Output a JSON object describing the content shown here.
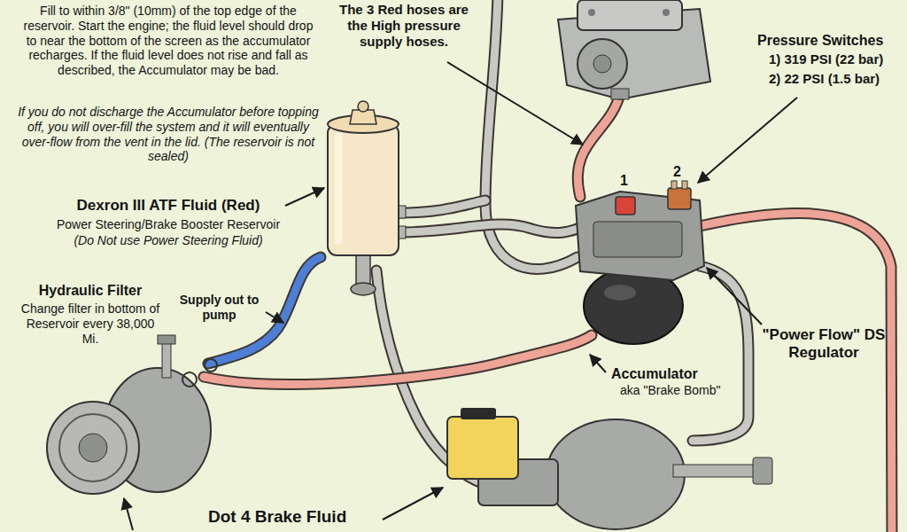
{
  "diagram": {
    "labels": [
      "Fill to within 3/8\" (10mm) of the top edge of the reservoir. Start the engine; the fluid level should drop to near the bottom of the screen as the accumulator recharges. If the fluid level does not rise and fall as described, the Accumulator may be bad.",
      "If you do not discharge the Accumulator before topping off, you will over-fill the system and it will eventually over-flow from the vent in the lid. (The reservoir is not sealed)",
      "The 3 Red hoses are the High pressure supply hoses.",
      "Pressure Switches",
      "1) 319 PSI (22 bar)",
      "2) 22 PSI (1.5 bar)",
      "1",
      "2",
      "Dexron III ATF Fluid (Red)",
      "Power Steering/Brake Booster Reservoir",
      "(Do Not use Power Steering Fluid)",
      "Hydraulic Filter",
      "Change filter in bottom of Reservoir every 38,000 Mi.",
      "Supply out to pump",
      "\"Power Flow\" DS Regulator",
      "Accumulator",
      "aka \"Brake Bomb\"",
      "Dot 4 Brake Fluid"
    ]
  }
}
